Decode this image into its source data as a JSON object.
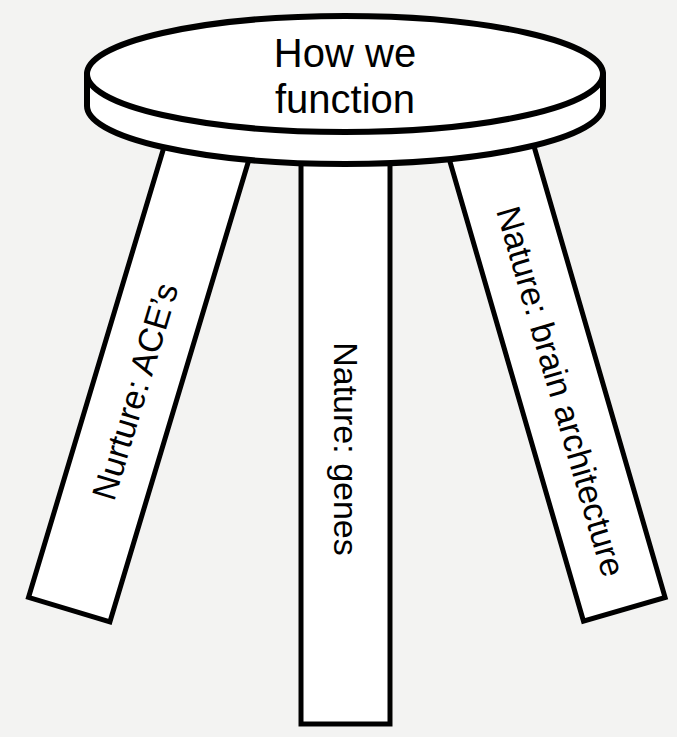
{
  "diagram": {
    "nodes": [
      {
        "text": [
          "How we function"
        ]
      },
      {
        "text": [
          "Nurture: ACE’s"
        ]
      },
      {
        "text": [
          "Nature: genes"
        ]
      },
      {
        "text": [
          "Nature: brain architecture"
        ]
      }
    ]
  }
}
